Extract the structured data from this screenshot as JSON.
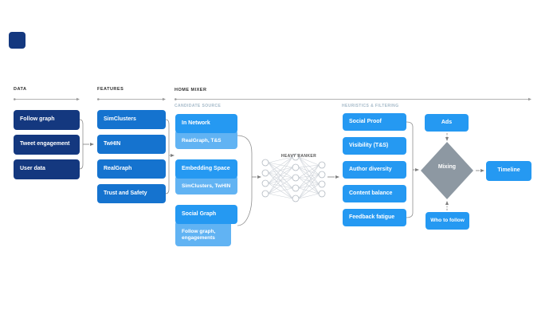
{
  "colors": {
    "dark_navy": "#14387f",
    "feature_blue": "#1573cf",
    "primary_blue": "#2599f2",
    "light_blue": "#61b3f3",
    "diamond_gray": "#8d98a2",
    "line_gray": "#7d7d7d",
    "sublabel_gray": "#a5bac9"
  },
  "sections": {
    "data": {
      "label": "DATA",
      "items": [
        "Follow graph",
        "Tweet engagement",
        "User data"
      ]
    },
    "features": {
      "label": "FEATURES",
      "items": [
        "SimClusters",
        "TwHIN",
        "RealGraph",
        "Trust and Safety"
      ]
    },
    "home_mixer": {
      "label": "HOME MIXER"
    },
    "candidate_source": {
      "label": "CANDIDATE SOURCE",
      "groups": [
        {
          "main": "In Network",
          "sub": "RealGraph, T&S"
        },
        {
          "main": "Embedding Space",
          "sub": "SimClusters, TwHIN"
        },
        {
          "main": "Social Graph",
          "sub": "Follow graph, engagements"
        }
      ]
    },
    "heavy_ranker": {
      "label": "HEAVY RANKER"
    },
    "heuristics": {
      "label": "HEURISTICS & FILTERING",
      "items": [
        "Social Proof",
        "Visibility (T&S)",
        "Author diversity",
        "Content balance",
        "Feedback fatigue"
      ]
    },
    "mixing": {
      "ads": "Ads",
      "diamond": "Mixing",
      "who_to_follow": "Who to follow",
      "timeline": "Timeline"
    }
  }
}
